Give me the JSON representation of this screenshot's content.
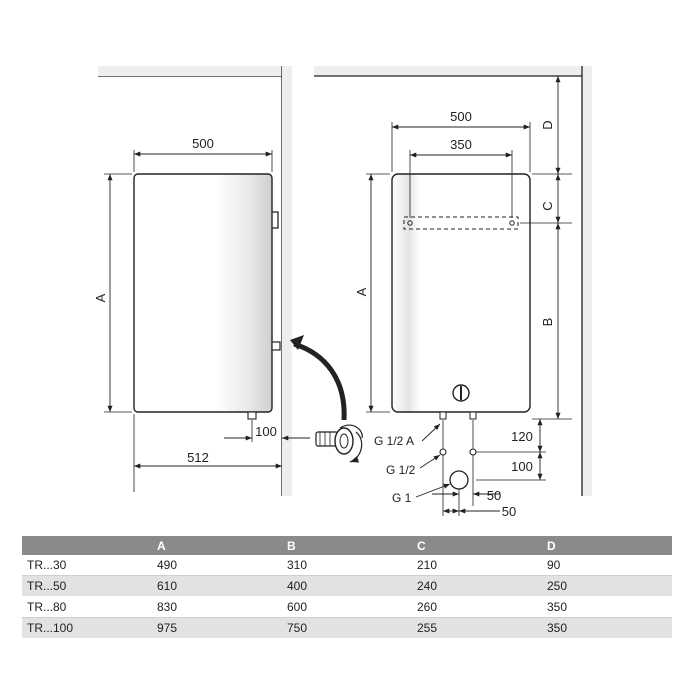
{
  "diagram": {
    "left_view": {
      "width_top": "500",
      "height_label": "A",
      "depth_bottom": "512",
      "offset_small": "100"
    },
    "right_view": {
      "width_top": "500",
      "bracket_width": "350",
      "dim_d": "D",
      "dim_c": "C",
      "dim_b": "B",
      "dim_a": "A",
      "dim_120": "120",
      "dim_100": "100",
      "dim_50_a": "50",
      "dim_50_b": "50",
      "port_g_half_a": "G 1/2 A",
      "port_g_half": "G 1/2",
      "port_g1": "G 1"
    }
  },
  "table": {
    "headers": [
      "",
      "A",
      "B",
      "C",
      "D"
    ],
    "rows": [
      [
        "TR...30",
        "490",
        "310",
        "210",
        "90"
      ],
      [
        "TR...50",
        "610",
        "400",
        "240",
        "250"
      ],
      [
        "TR...80",
        "830",
        "600",
        "260",
        "350"
      ],
      [
        "TR...100",
        "975",
        "750",
        "255",
        "350"
      ]
    ]
  }
}
